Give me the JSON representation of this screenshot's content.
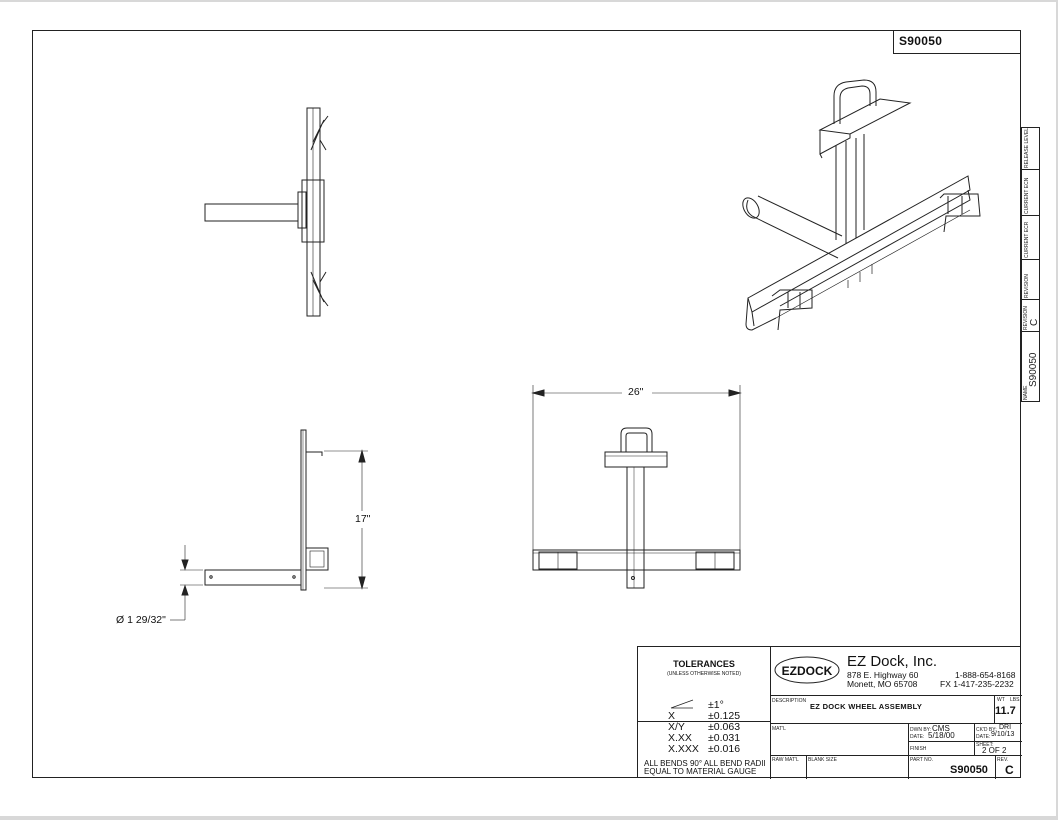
{
  "sheet": {
    "part_number": "S90050"
  },
  "revision_tab": {
    "labels": [
      "RELEASE LEVEL",
      "CURRENT ECN",
      "CURRENT ECR",
      "REVISION",
      "REVISION",
      "NAME"
    ],
    "revision_value": "C",
    "name_value": "S90050"
  },
  "dimensions": {
    "width": "26\"",
    "height": "17\"",
    "diameter": "Ø 1 29/32\""
  },
  "tolerances": {
    "title": "TOLERANCES",
    "subtitle": "(UNLESS OTHERWISE NOTED)",
    "rows": [
      {
        "label": "",
        "value": "±1°"
      },
      {
        "label": "X",
        "value": "±0.125"
      },
      {
        "label": "X/Y",
        "value": "±0.063"
      },
      {
        "label": "X.XX",
        "value": "±0.031"
      },
      {
        "label": "X.XXX",
        "value": "±0.016"
      }
    ],
    "bends_line1": "ALL BENDS 90°   ALL BEND RADII",
    "bends_line2": "EQUAL TO MATERIAL GAUGE"
  },
  "company": {
    "logo_text": "EZDOCK",
    "name": "EZ Dock, Inc.",
    "address1": "878 E. Highway 60",
    "address2": "Monett, MO 65708",
    "phone": "1-888-654-8168",
    "fax": "FX  1-417-235-2232"
  },
  "title_block": {
    "description_label": "DESCRIPTION",
    "description": "EZ DOCK WHEEL ASSEMBLY",
    "wt_label": "WT",
    "lbs_label": "LBS.",
    "weight": "11.7",
    "matl_label": "MAT'L",
    "drawn_by_label": "DWN BY:",
    "drawn_by": "CMS",
    "drawn_date_label": "DATE:",
    "drawn_date": "5/18/00",
    "checked_by_label": "CK'D BY:",
    "checked_by": "DRI",
    "checked_date_label": "DATE:",
    "checked_date": "9/10/13",
    "finish_label": "FINISH",
    "sheet_label": "SHEET:",
    "sheet": "2 OF 2",
    "raw_matl_label": "RAW MAT'L",
    "blank_size_label": "BLANK SIZE",
    "part_no_label": "PART NO.",
    "part_no": "S90050",
    "rev_label": "REV.",
    "rev": "C"
  }
}
